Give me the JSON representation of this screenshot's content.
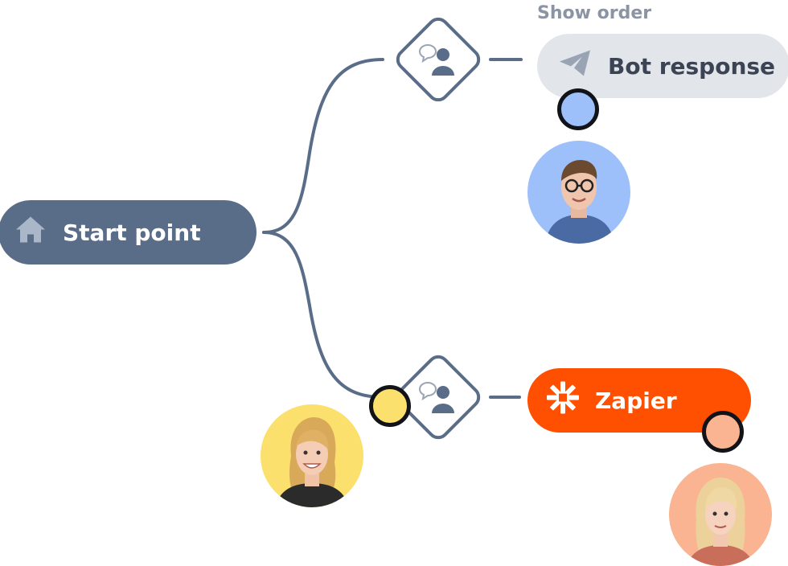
{
  "nodes": {
    "start": {
      "label": "Start point",
      "icon": "home-icon"
    },
    "bot": {
      "label": "Bot response",
      "icon": "paper-plane-icon",
      "caption": "Show order"
    },
    "zapier": {
      "label": "Zapier",
      "icon": "zapier-icon"
    }
  },
  "conditions": [
    {
      "icon": "user-chat-icon"
    },
    {
      "icon": "user-chat-icon"
    }
  ],
  "colors": {
    "start_fill": "#5a6d88",
    "bot_fill": "#e2e6eb",
    "zapier_fill": "#ff4f00",
    "connector": "#5a6d88",
    "dot_blue": "#9dc0fb",
    "dot_yellow": "#fbe06e",
    "dot_peach": "#fbb492",
    "avatar_blue": "#9dc0fb",
    "avatar_yellow": "#fbe06e",
    "avatar_peach": "#fbb492"
  }
}
